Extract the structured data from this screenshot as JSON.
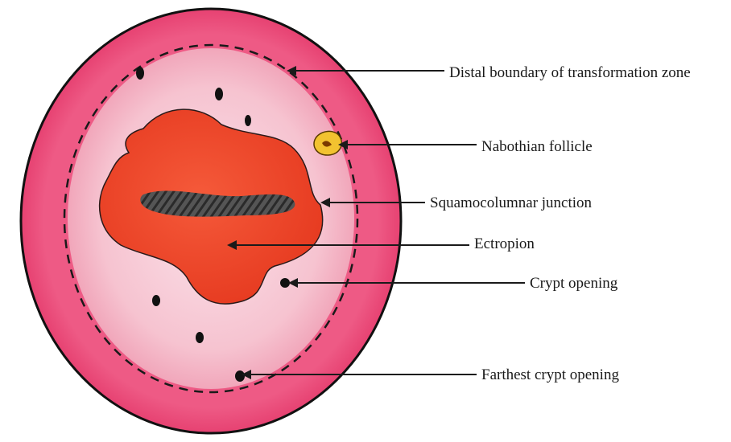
{
  "labels": {
    "distal_boundary": "Distal boundary of transformation zone",
    "nabothian_follicle": "Nabothian follicle",
    "squamocolumnar_junction": "Squamocolumnar junction",
    "ectropion": "Ectropion",
    "crypt_opening": "Crypt opening",
    "farthest_crypt_opening": "Farthest crypt opening"
  },
  "colors": {
    "outer_tissue": "#e8386b",
    "transformation_zone": "#f4b8c6",
    "ectropion": "#ee4a2c",
    "os": "#3a3a3a",
    "follicle": "#f2c230",
    "leader_line": "#1a1a1a"
  }
}
